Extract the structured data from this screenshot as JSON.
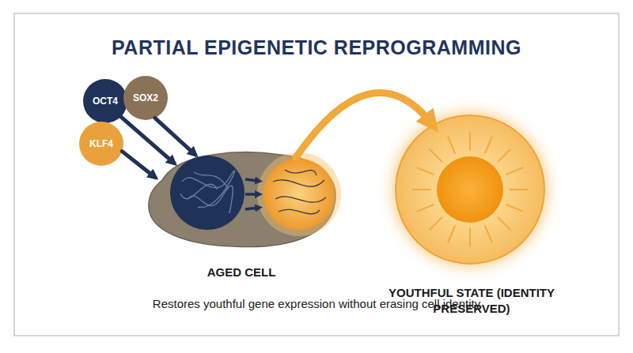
{
  "diagram": {
    "title": "PARTIAL EPIGENETIC REPROGRAMMING",
    "caption": "Restores youthful gene expression without erasing cell identity",
    "nodes": [
      {
        "text": [
          "OCT4"
        ]
      },
      {
        "text": [
          "SOX2"
        ]
      },
      {
        "text": [
          "KLF4"
        ]
      },
      {
        "text": [
          "AGED CELL"
        ]
      },
      {
        "text": [
          "YOUTHFUL STATE (IDENTITY PRESERVED)"
        ]
      }
    ],
    "edges": [
      {
        "from": 0,
        "to": 3,
        "arrow": "to"
      },
      {
        "from": 1,
        "to": 3,
        "arrow": "to"
      },
      {
        "from": 2,
        "to": 3,
        "arrow": "to"
      },
      {
        "from": 3,
        "to": 4,
        "arrow": "to"
      }
    ]
  }
}
